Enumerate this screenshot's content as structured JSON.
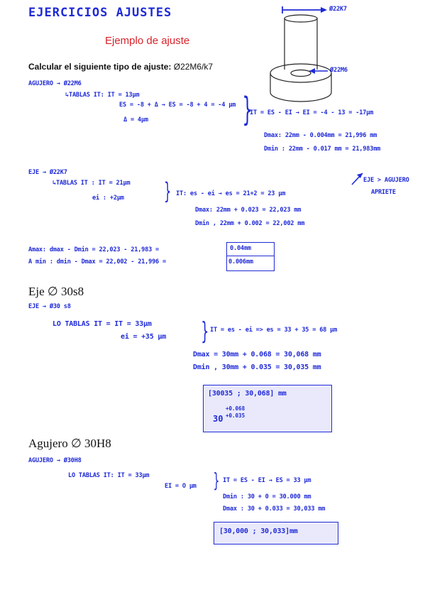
{
  "header": {
    "title": "EJERCICIOS  AJUSTES",
    "subtitle": "Ejemplo de ajuste"
  },
  "prompt": {
    "label": "Calcular el siguiente tipo de ajuste:",
    "value": "Ø22M6/k7"
  },
  "figure": {
    "shaft_label": "Ø22K7",
    "hole_label": "Ø22M6"
  },
  "s1": {
    "heading": "AGUJERO → Ø22M6",
    "l1": "↳TABLAS IT: IT = 13μm",
    "l2": "ES = -8 + Δ → ES = -8 + 4 = -4 μm",
    "l3": "Δ = 4μm",
    "r1": "IT = ES - EI → EI = -4 - 13 = -17μm",
    "r2": "Dmax: 22mm - 0.004mm = 21,996 mm",
    "r3": "Dmin : 22mm - 0.017 mm = 21,983mm"
  },
  "note": {
    "text1": "EJE > AGUJERO",
    "text2": "APRIETE"
  },
  "s2": {
    "heading": "EJE → Ø22K7",
    "l1": "↳TABLAS IT : IT = 21μm",
    "l2": "ei : +2μm",
    "r1": "IT: es - ei → es = 21+2 = 23 μm",
    "r2": "Dmax: 22mm + 0.023 = 22,023 mm",
    "r3": "Dmin , 22mm + 0.002 = 22,002 mm"
  },
  "s3": {
    "l1": "Amax: dmax - Dmin = 22,023 - 21,983 =",
    "l2": "A min : dmin - Dmax = 22,002 - 21,996 =",
    "v1": "0.04mm",
    "v2": "0.006mm"
  },
  "s4": {
    "title": "Eje ∅ 30s8",
    "heading": "EJE → Ø30 s8",
    "l1": "LO TABLAS IT = IT = 33μm",
    "l2": "ei = +35 μm",
    "r1": "IT = es - ei => es = 33 + 35 = 68 μm",
    "r2": "Dmax = 30mm + 0.068 = 30,068 mm",
    "r3": "Dmin , 30mm + 0.035 = 30,035 mm",
    "interval": "[30035 ; 30,068] mm",
    "dim_base": "30",
    "dim_upper": "+0.068",
    "dim_lower": "+0.035"
  },
  "s5": {
    "title": "Agujero ∅ 30H8",
    "heading": "AGUJERO → Ø30H8",
    "l1": "LO TABLAS IT: IT = 33μm",
    "l2": "EI = O μm",
    "r1": "IT = ES - EI → ES = 33 μm",
    "r2": "Dmin : 30 + 0 = 30.000 mm",
    "r3": "Dmax : 30 + 0.033 = 30,033 mm",
    "interval": "[30,000 ; 30,033]mm"
  },
  "colors": {
    "ink": "#1f2ad6",
    "accent_red": "#d8232a",
    "box_fill": "#e9e9fb"
  }
}
